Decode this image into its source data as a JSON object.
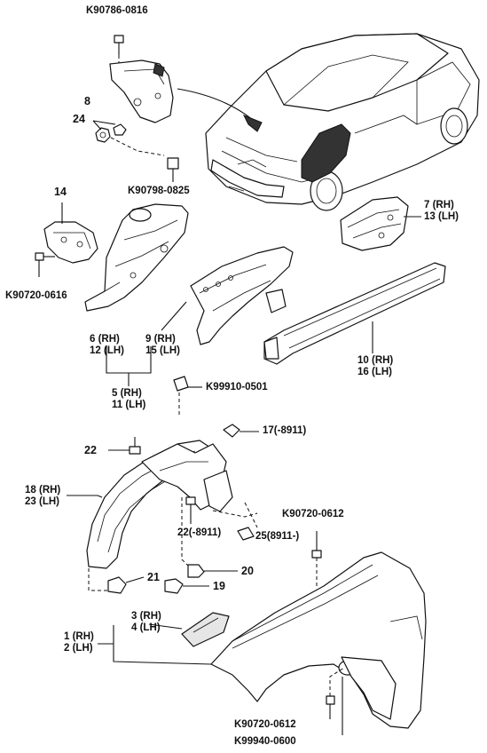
{
  "labels": {
    "bolt_top": "K90786-0816",
    "p8": "8",
    "p24": "24",
    "bolt_mid": "K90798-0825",
    "p14": "14",
    "bolt_left": "K90720-0616",
    "p7": "7 (RH)",
    "p13": "13 (LH)",
    "p6": "6 (RH)",
    "p12": "12 (LH)",
    "p9": "9 (RH)",
    "p15": "15 (LH)",
    "p10": "10 (RH)",
    "p16": "16 (LH)",
    "p5": "5 (RH)",
    "p11": "11 (LH)",
    "clip_top": "K99910-0501",
    "p22": "22",
    "p17": "17(-8911)",
    "p18": "18 (RH)",
    "p23": "23 (LH)",
    "p22b": "22(-8911)",
    "p25": "25(8911-)",
    "bolt_fender": "K90720-0612",
    "p20": "20",
    "p21": "21",
    "p19": "19",
    "p3": "3 (RH)",
    "p4": "4 (LH)",
    "p1": "1 (RH)",
    "p2": "2 (LH)",
    "bolt_bottom1": "K90720-0612",
    "bolt_bottom2": "K99940-0600"
  }
}
